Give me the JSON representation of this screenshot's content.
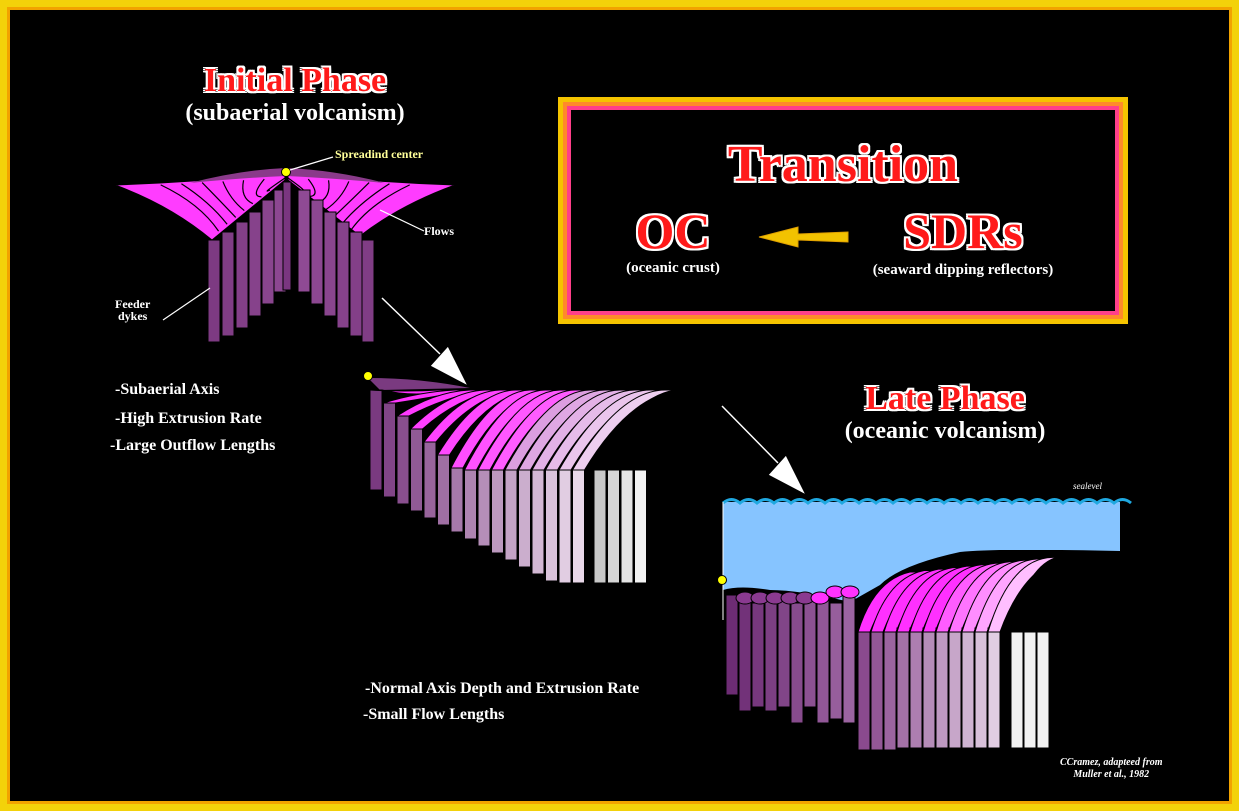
{
  "initial": {
    "title": "Initial Phase",
    "subtitle": "(subaerial volcanism)",
    "label_spreading": "Spreadind center",
    "label_flows": "Flows",
    "label_feeder_1": "Feeder",
    "label_feeder_2": "dykes"
  },
  "initial_notes": [
    "-Subaerial Axis",
    "-High Extrusion Rate",
    "-Large Outflow  Lengths"
  ],
  "transition": {
    "title": "Transition",
    "oc": "OC",
    "oc_sub": "(oceanic crust)",
    "sdrs": "SDRs",
    "sdrs_sub": "(seaward dipping reflectors)"
  },
  "late": {
    "title": "Late Phase",
    "subtitle": "(oceanic volcanism)",
    "sealevel": "sealevel"
  },
  "late_notes": [
    "-Normal Axis Depth and Extrusion Rate",
    "-Small Flow Lengths"
  ],
  "credit": {
    "line1": "CCramez, adapteed from",
    "line2": "Muller et al., 1982"
  },
  "colors": {
    "frame": "#f3d20a",
    "heading_red": "#ff1a1a",
    "magenta": "#ff33ff",
    "purple": "#7a3a80",
    "water": "#86c4ff",
    "axis_dot": "#ffff00"
  }
}
